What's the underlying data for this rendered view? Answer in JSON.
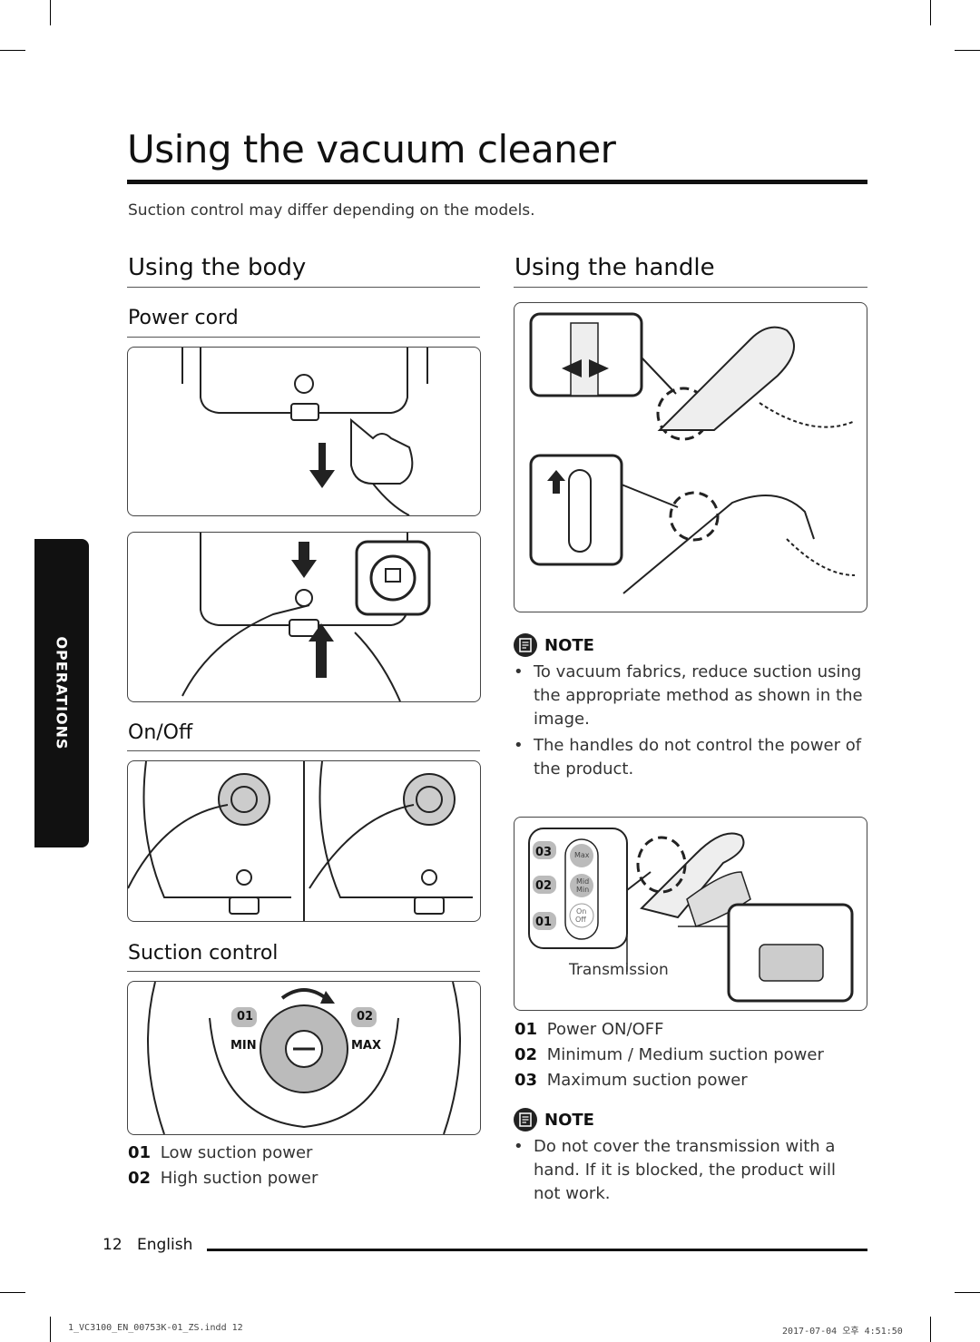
{
  "page": {
    "title": "Using the vacuum cleaner",
    "intro": "Suction control may differ depending on the models.",
    "side_tab": "OPERATIONS"
  },
  "left": {
    "heading": "Using the body",
    "power_cord": {
      "heading": "Power cord"
    },
    "on_off": {
      "heading": "On/Off"
    },
    "suction": {
      "heading": "Suction control",
      "label_01": "01",
      "label_02": "02",
      "label_min": "MIN",
      "label_max": "MAX",
      "items": [
        {
          "num": "01",
          "text": "Low suction power"
        },
        {
          "num": "02",
          "text": "High suction power"
        }
      ]
    }
  },
  "right": {
    "heading": "Using the handle",
    "note1": {
      "label": "NOTE",
      "bullets": [
        "To vacuum fabrics, reduce suction using the appropriate method as shown in the image.",
        "The handles do not control the power of the product."
      ]
    },
    "handle_panel": {
      "labels": [
        "03",
        "02",
        "01"
      ],
      "btn_max": "Max",
      "btn_mid": "Mid",
      "btn_min": "Min",
      "btn_on": "On",
      "btn_off": "Off",
      "transmission": "Transmission"
    },
    "items": [
      {
        "num": "01",
        "text": "Power ON/OFF"
      },
      {
        "num": "02",
        "text": "Minimum / Medium suction power"
      },
      {
        "num": "03",
        "text": "Maximum suction power"
      }
    ],
    "note2": {
      "label": "NOTE",
      "bullets": [
        "Do not cover the transmission with a hand. If it is blocked, the product will not work."
      ]
    }
  },
  "footer": {
    "page_number": "12",
    "language": "English",
    "slug_left": "1_VC3100_EN_00753K-01_ZS.indd   12",
    "slug_right": "2017-07-04   오후 4:51:50"
  }
}
